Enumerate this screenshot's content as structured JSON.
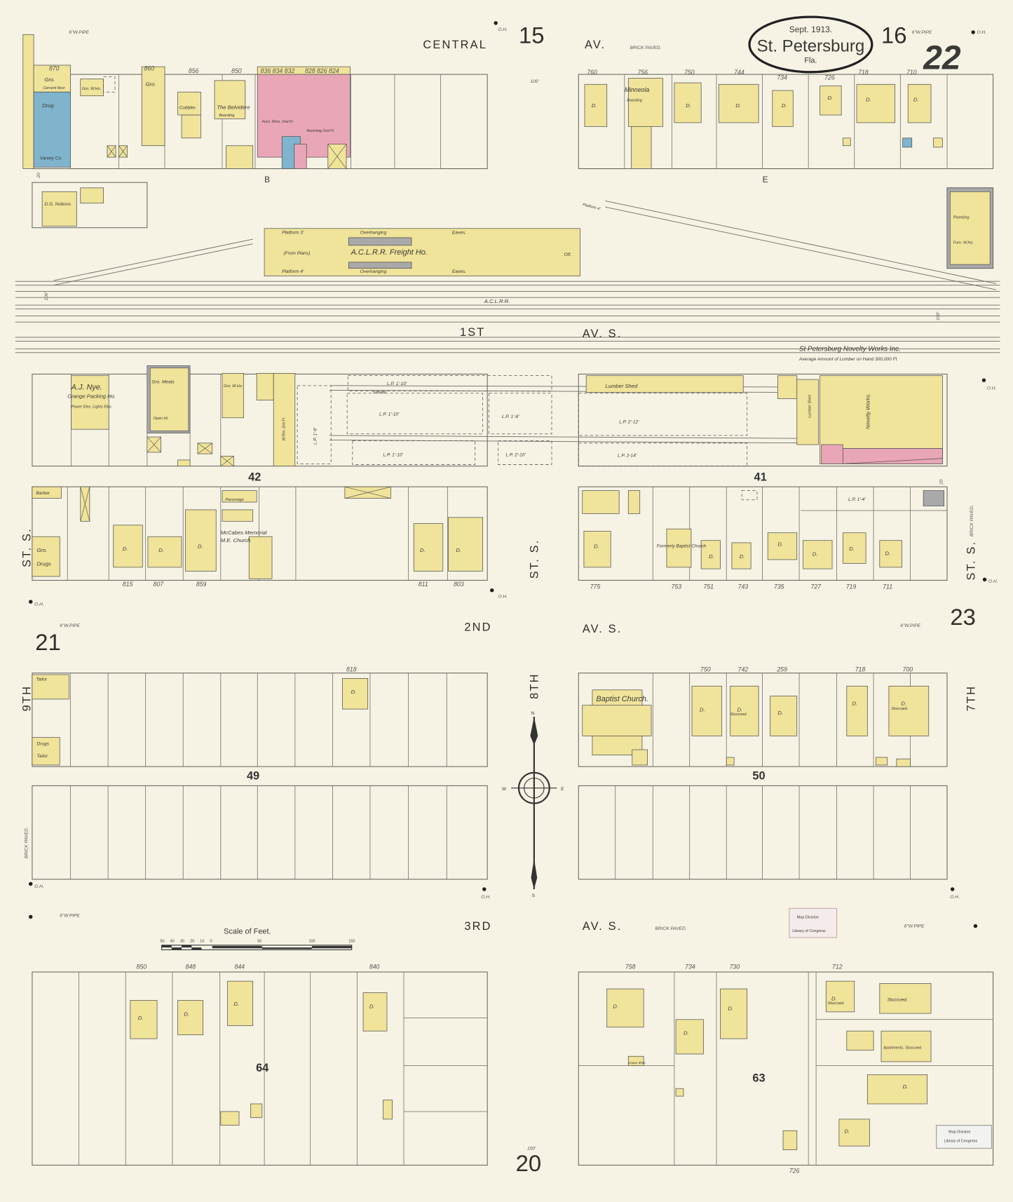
{
  "title_cartouche": {
    "date": "Sept. 1913.",
    "city": "St. Petersburg",
    "state": "Fla."
  },
  "sheet_number": "22",
  "adjoining_sheets": {
    "north_left": "15",
    "north_right": "16",
    "west": "21",
    "east": "23",
    "south": "20"
  },
  "streets": {
    "central": "CENTRAL",
    "central_av": "AV.",
    "first": "1ST",
    "first_av": "AV. S.",
    "second": "2ND",
    "second_av": "AV. S.",
    "third": "3RD",
    "third_av": "AV. S.",
    "eighth": "8TH",
    "eighth_st": "ST. S.",
    "seventh": "7TH",
    "seventh_st": "ST. S.",
    "ninth": "9TH",
    "ninth_st": "ST. S.",
    "brick_paved": "BRICK PAVED."
  },
  "railroad": "A.C.L.R.R.",
  "blocks": [
    "42",
    "41",
    "49",
    "50",
    "64",
    "63"
  ],
  "lot_letters": [
    "B",
    "E"
  ],
  "dwelling": "D.",
  "utilities": {
    "water_pipe": "6\"W.PIPE",
    "hydrant": "O.H.",
    "width": "100'",
    "street_width": "20"
  },
  "labels": [
    "Gro.",
    "Cement floor",
    "Drug.",
    "Variety Co.",
    "Gro. W.Ho.",
    "Gro.",
    "Cobbler.",
    "The Belvidere",
    "Boarding",
    "Furn. Rms. 2nd Fl.",
    "Rooming 2nd Fl.",
    "D.G. Notions",
    "Minneola",
    "Boarding",
    "Platform 3'",
    "Overhanging",
    "Eaves.",
    "(From Plans)",
    "A.C.L.R.R. Freight Ho.",
    "Off.",
    "Platform 4'",
    "Overhanging",
    "Eaves.",
    "St Petersburg Novelty Works Inc.",
    "Average Amount of Lumber on Hand 300,000 Ft",
    "A.J. Nye.",
    "Orange Packing Ho.",
    "Power Elec. Lights Elec.",
    "Gro. Meats",
    "Open Ht.",
    "Gro. W.Ho.",
    "W.Rm. Dirt Fl.",
    "L.P. 1'-10'",
    "Transfer",
    "L.P. 1'-10'",
    "L.P. 1'-8'",
    "L.P. 1'-10'",
    "L.P. 2'-10'",
    "Lumber Shed",
    "L.P. 2'-12'",
    "L.P. 2-14'",
    "Novelty Works.",
    "L.P. 1'-6'",
    "Barber",
    "Gro.",
    "Drugs",
    "Parsonage",
    "McCabes Memorial",
    "M.E. Church",
    "Formerly Baptist Church",
    "L.P. 1'-4'",
    "Tailor",
    "Drugs",
    "Tailor",
    "Baptist Church.",
    "Stuccoed.",
    "Stuccoed.",
    "Stuccoed.",
    "Stuccoed.",
    "Apartments, Stuccoed.",
    "Coupe Shop",
    "Lumber Shed",
    "Plumbing",
    "Furn. W.Ho.",
    "Platform 4'"
  ],
  "addresses": [
    "870",
    "860",
    "856",
    "850",
    "836 834 832",
    "828 826 824",
    "760",
    "756",
    "750",
    "744",
    "734",
    "726",
    "718",
    "710",
    "815",
    "807",
    "859",
    "811",
    "803",
    "775",
    "753",
    "751",
    "743",
    "735",
    "727",
    "719",
    "711",
    "818",
    "750",
    "742",
    "259",
    "718",
    "700",
    "850",
    "848",
    "844",
    "840",
    "758",
    "734",
    "730",
    "712",
    "726"
  ],
  "scale": {
    "title": "Scale of Feet.",
    "ticks": [
      "50",
      "40",
      "30",
      "20",
      "10",
      "0",
      "50",
      "100",
      "150"
    ]
  },
  "compass": {
    "n": "N",
    "s": "S",
    "e": "E",
    "w": "W"
  },
  "stamps": [
    "Map Division",
    "Library of Congress"
  ],
  "colors": {
    "paper": "#f6f3e4",
    "frame_dwelling": "#f0e39a",
    "brick": "#e9a6b7",
    "stone": "#7fb4cc",
    "iron_clad": "#a9a9a9",
    "lines": "#6b6b63"
  }
}
